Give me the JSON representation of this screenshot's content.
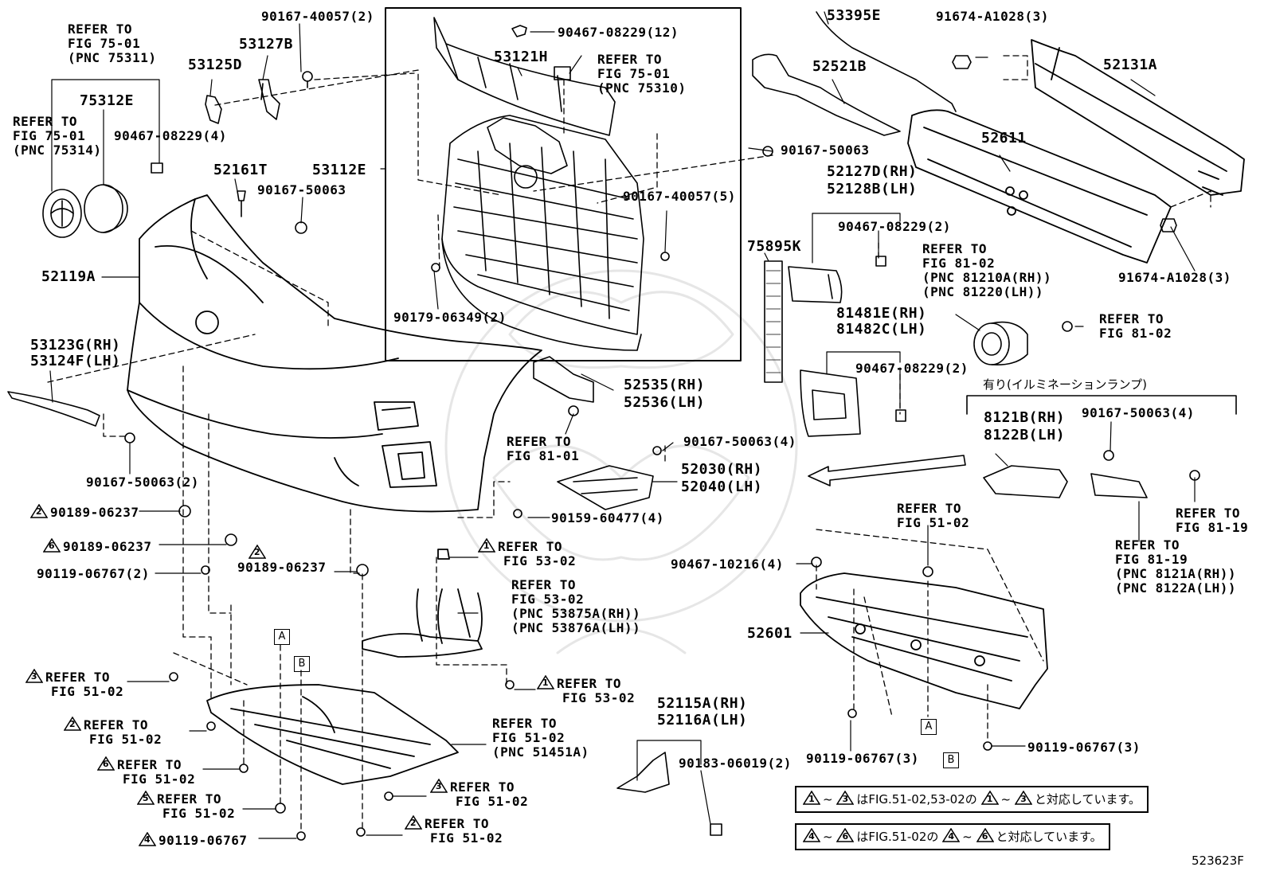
{
  "diagram": {
    "id": "523623F",
    "labels": {
      "l53395e": "53395E",
      "l91674a_top": "91674-A1028(3)",
      "l52131a": "52131A",
      "l52521b": "52521B",
      "l52611": "52611",
      "l91674a_bot": "91674-A1028(3)",
      "l90167_40057_2": "90167-40057(2)",
      "l53127b": "53127B",
      "l53125d": "53125D",
      "l75312e": "75312E",
      "l90467_08229_4": "90467-08229(4)",
      "l52161t": "52161T",
      "l90167_50063_a": "90167-50063",
      "l53112e": "53112E",
      "l52119a": "52119A",
      "l53123g": "53123G(RH)",
      "l53124f": "53124F(LH)",
      "l90167_50063_2": "90167-50063(2)",
      "l90467_08229_12": "90467-08229(12)",
      "l53121h": "53121H",
      "l90167_50063_b": "90167-50063",
      "l90167_40057_5": "90167-40057(5)",
      "l90179_06349_2": "90179-06349(2)",
      "l52127d": "52127D(RH)",
      "l52128b": "52128B(LH)",
      "l90467_08229_2a": "90467-08229(2)",
      "l75895k": "75895K",
      "l81481e": "81481E(RH)",
      "l81482c": "81482C(LH)",
      "l90467_08229_2b": "90467-08229(2)",
      "l52535": "52535(RH)",
      "l52536": "52536(LH)",
      "l90167_50063_4a": "90167-50063(4)",
      "l52030": "52030(RH)",
      "l52040": "52040(LH)",
      "l8121b": "8121B(RH)",
      "l8122b": "8122B(LH)",
      "l90167_50063_4b": "90167-50063(4)",
      "l90159_60477_4": "90159-60477(4)",
      "l90189_06237_a": "90189-06237",
      "l90189_06237_b": "90189-06237",
      "l90189_06237_c": "90189-06237",
      "l90119_06767_2": "90119-06767(2)",
      "l90467_10216_4": "90467-10216(4)",
      "l52601": "52601",
      "l90119_06767_3a": "90119-06767(3)",
      "l90119_06767_3b": "90119-06767(3)",
      "l52115a": "52115A(RH)",
      "l52116a": "52116A(LH)",
      "l90183_06019_2": "90183-06019(2)",
      "l90119_06767": "90119-06767",
      "jp_illumination": "有り(イルミネーションランプ)"
    },
    "refs": {
      "r_fig75_01_a": [
        "REFER TO",
        "FIG 75-01",
        "(PNC 75311)"
      ],
      "r_fig75_01_b": [
        "REFER TO",
        "FIG 75-01",
        "(PNC 75314)"
      ],
      "r_fig75_01_c": [
        "REFER TO",
        "FIG 75-01",
        "(PNC 75310)"
      ],
      "r_fig81_02_a": [
        "REFER TO",
        "FIG 81-02",
        "(PNC 81210A(RH))",
        "(PNC 81220(LH))"
      ],
      "r_fig81_02_b": [
        "REFER TO",
        "FIG 81-02"
      ],
      "r_fig81_01": [
        "REFER TO",
        "FIG 81-01"
      ],
      "r_fig53_02_a": [
        "REFER TO",
        "FIG 53-02"
      ],
      "r_fig53_02_b": [
        "REFER TO",
        "FIG 53-02",
        "(PNC 53875A(RH))",
        "(PNC 53876A(LH))"
      ],
      "r_fig53_02_c": [
        "REFER TO",
        "FIG 53-02"
      ],
      "r_fig51_02_a": [
        "REFER TO",
        "FIG 51-02"
      ],
      "r_fig51_02_3": [
        "REFER TO",
        "FIG 51-02"
      ],
      "r_fig51_02_2a": [
        "REFER TO",
        "FIG 51-02"
      ],
      "r_fig51_02_6": [
        "REFER TO",
        "FIG 51-02"
      ],
      "r_fig51_02_5": [
        "REFER TO",
        "FIG 51-02"
      ],
      "r_fig51_02_3b": [
        "REFER TO",
        "FIG 51-02"
      ],
      "r_fig51_02_2b": [
        "REFER TO",
        "FIG 51-02"
      ],
      "r_fig51_02_pnc": [
        "REFER TO",
        "FIG 51-02",
        "(PNC 51451A)"
      ],
      "r_fig81_19_a": [
        "REFER TO",
        "FIG 81-19"
      ],
      "r_fig81_19_b": [
        "REFER TO",
        "FIG 81-19",
        "(PNC 8121A(RH))",
        "(PNC 8122A(LH))"
      ]
    },
    "triangles": {
      "t1a": "1",
      "t1b": "1",
      "t2a": "2",
      "t2b": "2",
      "t2c": "2",
      "t2d": "2",
      "t3a": "3",
      "t3b": "3",
      "t4": "4",
      "t5": "5",
      "t6a": "6",
      "t6b": "6"
    },
    "boxes": {
      "A": "A",
      "B": "B"
    },
    "notes": {
      "n1": {
        "from": "1",
        "to": "3",
        "text": "はFIG.51-02,53-02の",
        "from2": "1",
        "to2": "3",
        "tail": "と対応しています。"
      },
      "n2": {
        "from": "4",
        "to": "6",
        "text": "はFIG.51-02の",
        "from2": "4",
        "to2": "6",
        "tail": "と対応しています。"
      }
    },
    "tilde": "~"
  }
}
